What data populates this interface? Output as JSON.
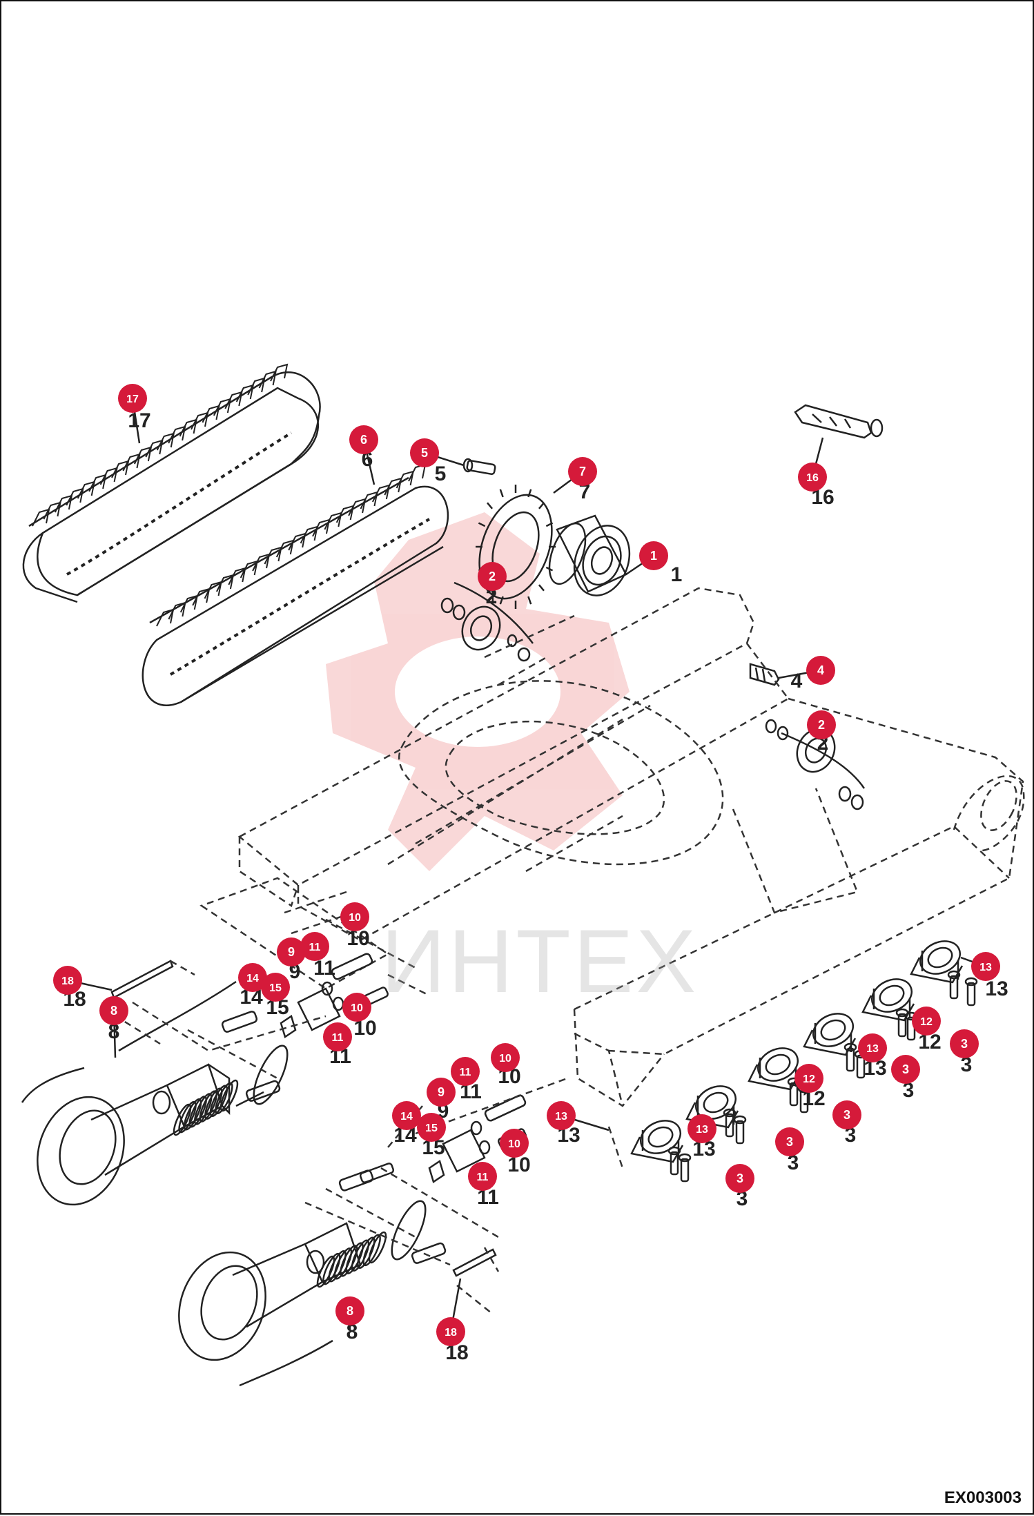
{
  "drawing_code": "EX003003",
  "watermark": {
    "text": "ИНТЕХ",
    "color": "#e33a3a"
  },
  "colors": {
    "badge_fill": "#d51a3a",
    "badge_text": "#ffffff",
    "line": "#222222",
    "dashed": "#333333"
  },
  "callouts": [
    {
      "id": "1",
      "label": "1",
      "target": "sprocket-drive-motor"
    },
    {
      "id": "2a",
      "label": "2",
      "target": "carrier-roller-left"
    },
    {
      "id": "2b",
      "label": "2",
      "target": "carrier-roller-right"
    },
    {
      "id": "3a",
      "label": "3",
      "target": "track-roller-bolt"
    },
    {
      "id": "3b",
      "label": "3",
      "target": "track-roller-bolt"
    },
    {
      "id": "3c",
      "label": "3",
      "target": "track-roller-bolt"
    },
    {
      "id": "3d",
      "label": "3",
      "target": "track-roller-bolt"
    },
    {
      "id": "3e",
      "label": "3",
      "target": "track-roller-bolt"
    },
    {
      "id": "4",
      "label": "4",
      "target": "grease-fitting"
    },
    {
      "id": "5",
      "label": "5",
      "target": "sprocket-bolt"
    },
    {
      "id": "6",
      "label": "6",
      "target": "rubber-track-front"
    },
    {
      "id": "7",
      "label": "7",
      "target": "sprocket"
    },
    {
      "id": "8a",
      "label": "8",
      "target": "idler-assembly-upper"
    },
    {
      "id": "8b",
      "label": "8",
      "target": "idler-assembly-lower"
    },
    {
      "id": "9a",
      "label": "9",
      "target": "tension-plate"
    },
    {
      "id": "9b",
      "label": "9",
      "target": "tension-plate"
    },
    {
      "id": "10a",
      "label": "10",
      "target": "bolt"
    },
    {
      "id": "10b",
      "label": "10",
      "target": "bolt"
    },
    {
      "id": "10c",
      "label": "10",
      "target": "bolt"
    },
    {
      "id": "10d",
      "label": "10",
      "target": "bolt"
    },
    {
      "id": "11a",
      "label": "11",
      "target": "nut"
    },
    {
      "id": "11b",
      "label": "11",
      "target": "nut"
    },
    {
      "id": "11c",
      "label": "11",
      "target": "nut"
    },
    {
      "id": "11d",
      "label": "11",
      "target": "nut"
    },
    {
      "id": "12a",
      "label": "12",
      "target": "washer"
    },
    {
      "id": "12b",
      "label": "12",
      "target": "washer"
    },
    {
      "id": "13a",
      "label": "13",
      "target": "track-roller"
    },
    {
      "id": "13b",
      "label": "13",
      "target": "track-roller"
    },
    {
      "id": "13c",
      "label": "13",
      "target": "track-roller"
    },
    {
      "id": "13d",
      "label": "13",
      "target": "track-roller"
    },
    {
      "id": "14a",
      "label": "14",
      "target": "grease-valve"
    },
    {
      "id": "14b",
      "label": "14",
      "target": "grease-valve"
    },
    {
      "id": "15a",
      "label": "15",
      "target": "washer-small"
    },
    {
      "id": "15b",
      "label": "15",
      "target": "washer-small"
    },
    {
      "id": "16",
      "label": "16",
      "target": "grease-tube"
    },
    {
      "id": "17",
      "label": "17",
      "target": "rubber-track-rear"
    },
    {
      "id": "18a",
      "label": "18",
      "target": "pin"
    },
    {
      "id": "18b",
      "label": "18",
      "target": "pin"
    }
  ]
}
